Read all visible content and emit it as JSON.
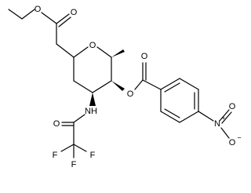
{
  "atoms": {
    "ester_o_top": "O",
    "ester_o_chain": "O",
    "ring_o": "O",
    "benzoate_o_carbonyl": "O",
    "benzoate_o_link": "O",
    "amide_o": "O",
    "amide_nh": "NH",
    "cf3_f_left": "F",
    "cf3_f_right": "F",
    "cf3_f_bottom": "F",
    "nitro_n": "N",
    "nitro_n_charge": "+",
    "nitro_o_top": "O",
    "nitro_o_bottom": "O",
    "nitro_o_charge": "−"
  }
}
